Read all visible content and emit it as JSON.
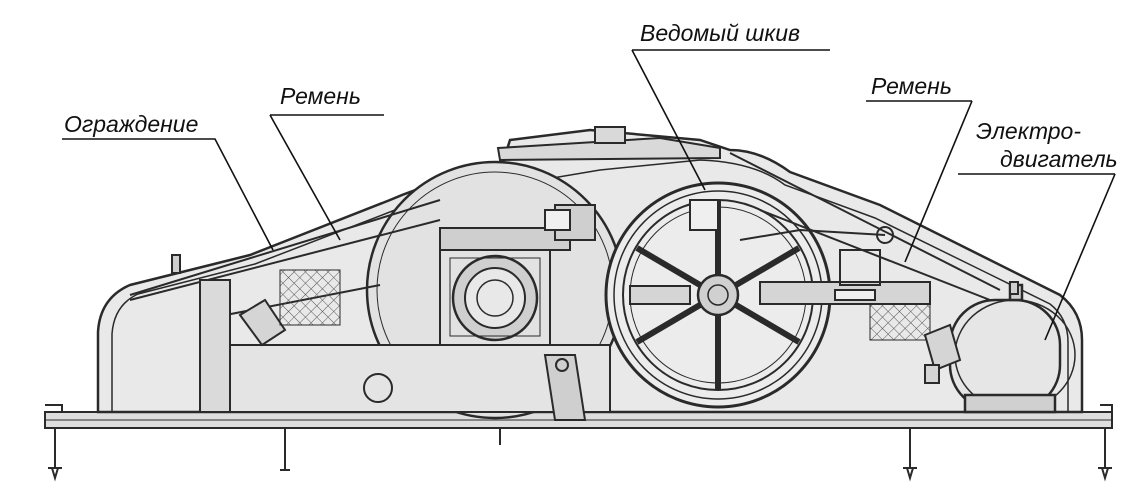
{
  "labels": {
    "guard": "Ограждение",
    "belt_left": "Ремень",
    "driven_pulley": "Ведомый шкив",
    "belt_right": "Ремень",
    "motor_line1": "Электро-",
    "motor_line2": "двигатель"
  }
}
